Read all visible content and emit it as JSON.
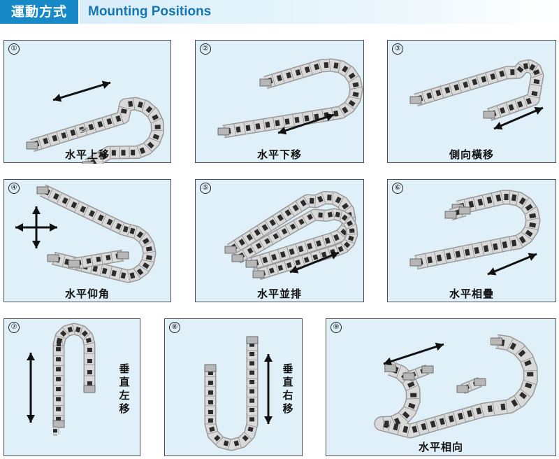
{
  "header": {
    "title_zh": "運動方式",
    "title_en": "Mounting Positions"
  },
  "colors": {
    "accent": "#1789c6",
    "panel_bg": "#dff0f8",
    "chain": "#d9d9d9",
    "chain_shadow": "#9a9a9a",
    "chain_slot": "#2b2b2b"
  },
  "panels": [
    {
      "number": "①",
      "label": "水平上移",
      "icon": "horizontal-upper-move-diagram"
    },
    {
      "number": "②",
      "label": "水平下移",
      "icon": "horizontal-lower-move-diagram"
    },
    {
      "number": "③",
      "label": "側向橫移",
      "icon": "side-lateral-move-diagram"
    },
    {
      "number": "④",
      "label": "水平仰角",
      "icon": "horizontal-elevation-diagram"
    },
    {
      "number": "⑤",
      "label": "水平並排",
      "icon": "horizontal-side-by-side-diagram"
    },
    {
      "number": "⑥",
      "label": "水平相疊",
      "icon": "horizontal-stacked-diagram"
    },
    {
      "number": "⑦",
      "label": "垂直左移",
      "icon": "vertical-left-move-diagram"
    },
    {
      "number": "⑧",
      "label": "垂直右移",
      "icon": "vertical-right-move-diagram"
    },
    {
      "number": "⑨",
      "label": "水平相向",
      "icon": "horizontal-opposed-diagram"
    }
  ]
}
